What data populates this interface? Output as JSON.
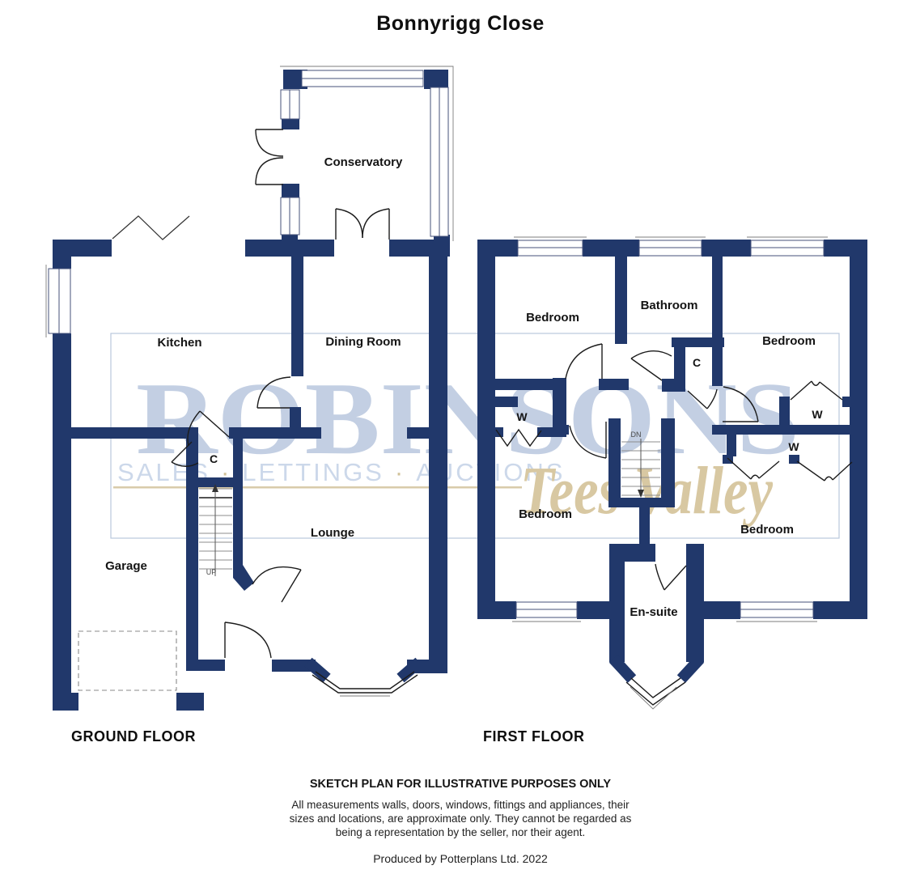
{
  "title": "Bonnyrigg Close",
  "colors": {
    "wall": "#21386b",
    "plan_line": "#1c1c1c",
    "watermark_brand": "#c3cfe3",
    "watermark_tagline": "#ccd8ea",
    "watermark_gold": "#d8c8a2",
    "watermark_box": "#b9c7dd"
  },
  "ground_floor": {
    "label": "GROUND FLOOR",
    "rooms": {
      "conservatory": "Conservatory",
      "kitchen": "Kitchen",
      "dining_room": "Dining Room",
      "lounge": "Lounge",
      "garage": "Garage",
      "cupboard": "C"
    },
    "stairs_direction": "UP"
  },
  "first_floor": {
    "label": "FIRST FLOOR",
    "rooms": {
      "bedroom": "Bedroom",
      "bathroom": "Bathroom",
      "en_suite": "En-suite",
      "cupboard": "C",
      "wardrobe": "W"
    },
    "stairs_direction": "DN"
  },
  "watermark": {
    "brand": "ROBINSONS",
    "words": [
      "SALES",
      "LETTINGS",
      "AUCTIONS"
    ],
    "separator": "·",
    "region": "Tees Valley"
  },
  "footer": {
    "heading": "SKETCH PLAN FOR ILLUSTRATIVE PURPOSES ONLY",
    "disclaimer": [
      "All measurements walls, doors, windows, fittings and appliances, their",
      "sizes and locations, are approximate only. They cannot be regarded as",
      "being a representation by the seller, nor their agent."
    ],
    "credit": "Produced by Potterplans Ltd. 2022"
  }
}
